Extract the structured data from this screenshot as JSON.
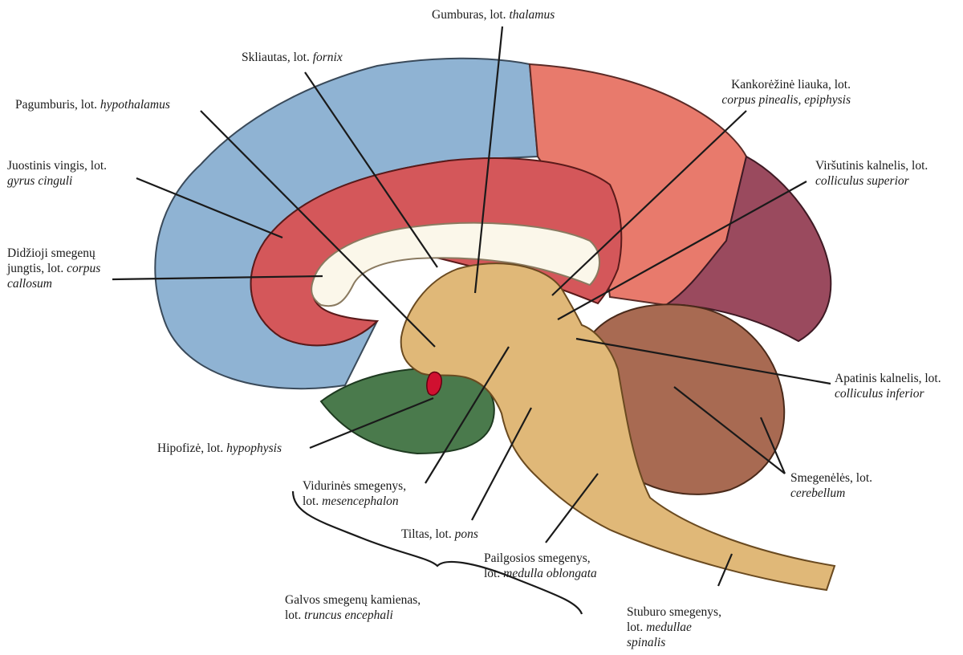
{
  "labels": {
    "thalamus": {
      "name": "Gumburas, lot.",
      "latin": "thalamus"
    },
    "fornix": {
      "name": "Skliautas, lot.",
      "latin": "fornix"
    },
    "hypothalamus": {
      "name": "Pagumburis, lot.",
      "latin": "hypothalamus"
    },
    "cingulate": {
      "name": "Juostinis vingis, lot.",
      "latin": "gyrus cinguli"
    },
    "corpus_callosum": {
      "line1": "Didžioji smegenų",
      "line2": "jungtis, lot.",
      "latin_a": "corpus",
      "latin_b": "callosum"
    },
    "pineal": {
      "name": "Kankorėžinė liauka, lot.",
      "latin": "corpus pinealis, epiphysis"
    },
    "colliculus_superior": {
      "name": "Viršutinis kalnelis, lot.",
      "latin": "colliculus superior"
    },
    "colliculus_inferior": {
      "name": "Apatinis kalnelis, lot.",
      "latin": "colliculus inferior"
    },
    "hypophysis": {
      "name": "Hipofizė, lot.",
      "latin": "hypophysis"
    },
    "cerebellum": {
      "name": "Smegenėlės, lot.",
      "latin": "cerebellum"
    },
    "mesencephalon": {
      "name": "Vidurinės smegenys,",
      "prefix": "lot.",
      "latin": "mesencephalon"
    },
    "pons": {
      "name": "Tiltas, lot.",
      "latin": "pons"
    },
    "medulla_oblongata": {
      "name": "Pailgosios smegenys,",
      "prefix": "lot.",
      "latin": "medulla oblongata"
    },
    "brainstem": {
      "name": "Galvos smegenų kamienas,",
      "prefix": "lot.",
      "latin": "truncus encephali"
    },
    "spinal_cord": {
      "name": "Stuburo smegenys,",
      "prefix": "lot.",
      "latin_a": "medullae",
      "latin_b": "spinalis"
    }
  },
  "colors": {
    "frontal_blue": "#8fb3d3",
    "parietal_red": "#e87a6c",
    "cingulate_red": "#d4575a",
    "occipital_purple": "#9a4a5e",
    "temporal_green": "#4a7a4c",
    "brainstem_tan": "#e0b878",
    "cerebellum_brown": "#a86a52",
    "hypophysis_red": "#d01030",
    "callosum_white": "#fbf7ea"
  }
}
